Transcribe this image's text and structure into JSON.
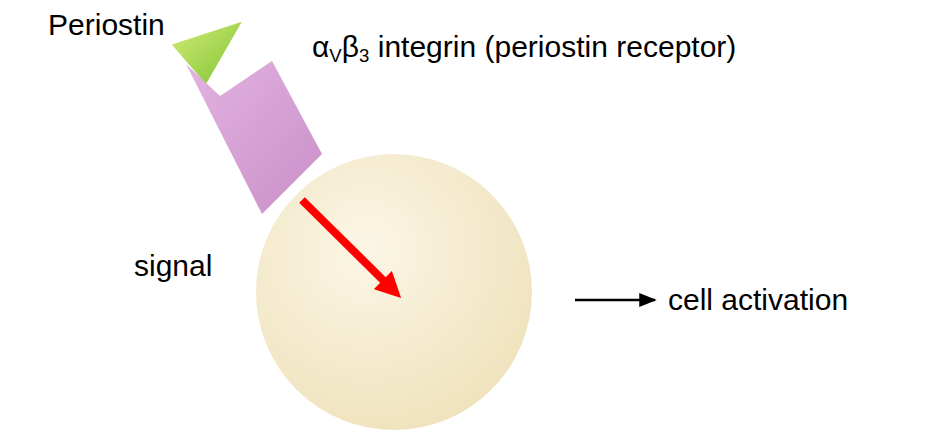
{
  "diagram": {
    "nodes": [
      {
        "text": [
          "Periostin"
        ]
      },
      {
        "text": [
          "αVβ3 integrin (periostin receptor)"
        ]
      },
      {
        "text": [
          "signal"
        ]
      }
    ],
    "labels": [
      "cell activation"
    ]
  }
}
